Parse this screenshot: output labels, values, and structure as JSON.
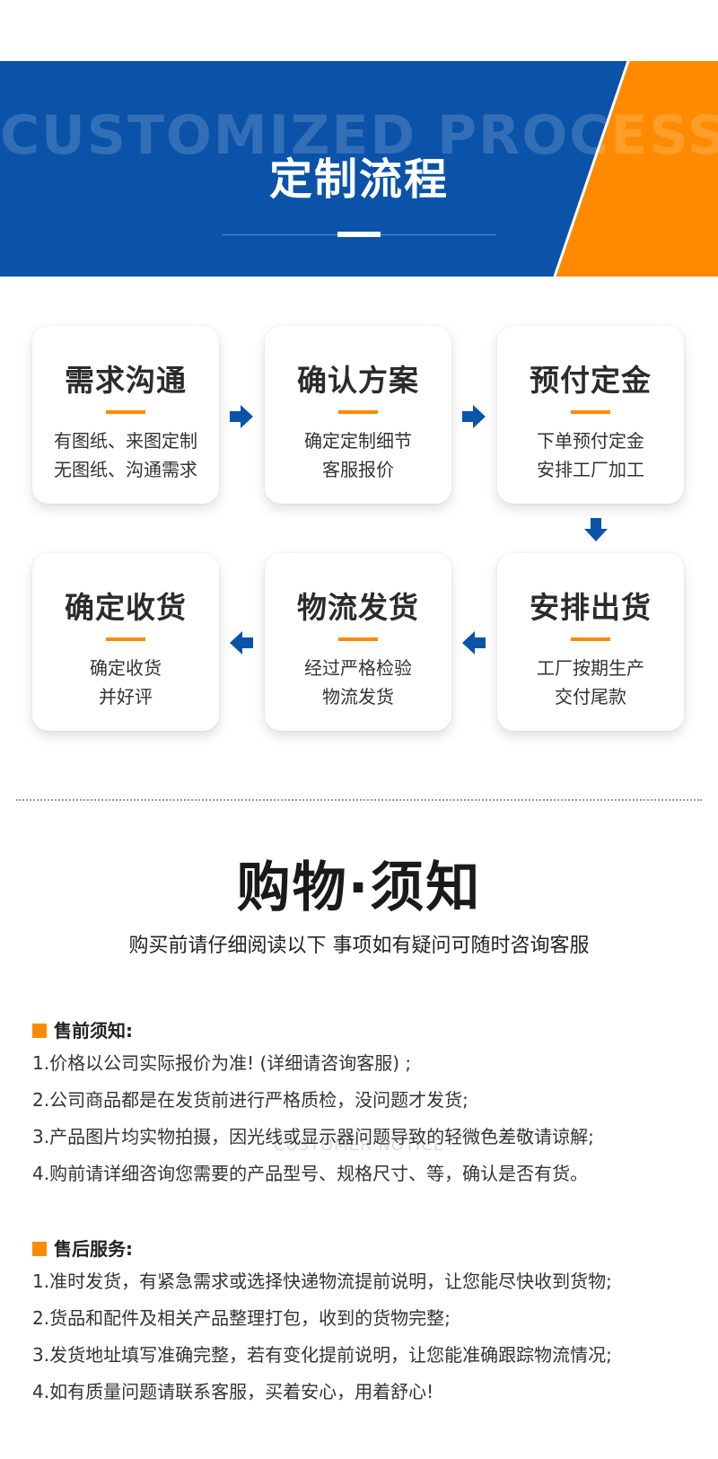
{
  "banner": {
    "bg_text": "CUSTOMIZED PROCESS",
    "title": "定制流程",
    "colors": {
      "blue": "#0a53a9",
      "orange": "#ff8a00"
    }
  },
  "process": {
    "steps": [
      {
        "title": "需求沟通",
        "line1": "有图纸、来图定制",
        "line2": "无图纸、沟通需求"
      },
      {
        "title": "确认方案",
        "line1": "确定定制细节",
        "line2": "客服报价"
      },
      {
        "title": "预付定金",
        "line1": "下单预付定金",
        "line2": "安排工厂加工"
      },
      {
        "title": "安排出货",
        "line1": "工厂按期生产",
        "line2": "交付尾款"
      },
      {
        "title": "物流发货",
        "line1": "经过严格检验",
        "line2": "物流发货"
      },
      {
        "title": "确定收货",
        "line1": "确定收货",
        "line2": "并好评"
      }
    ],
    "arrow_color": "#0a53a9",
    "accent_color": "#ff8a00"
  },
  "notice": {
    "title": "购物·须知",
    "subtitle": "购买前请仔细阅读以下 事项如有疑问可随时咨询客服",
    "watermark": "CUSTOMER NOTICE",
    "presale": {
      "heading": "售前须知:",
      "items": [
        "1.价格以公司实际报价为准! (详细请咨询客服) ;",
        "2.公司商品都是在发货前进行严格质检，没问题才发货;",
        "3.产品图片均实物拍摄，因光线或显示器问题导致的轻微色差敬请谅解;",
        "4.购前请详细咨询您需要的产品型号、规格尺寸、等，确认是否有货。"
      ]
    },
    "aftersale": {
      "heading": "售后服务:",
      "items": [
        "1.准时发货，有紧急需求或选择快递物流提前说明，让您能尽快收到货物;",
        "2.货品和配件及相关产品整理打包，收到的货物完整;",
        "3.发货地址填写准确完整，若有变化提前说明，让您能准确跟踪物流情况;",
        "4.如有质量问题请联系客服，买着安心，用着舒心!"
      ]
    }
  }
}
